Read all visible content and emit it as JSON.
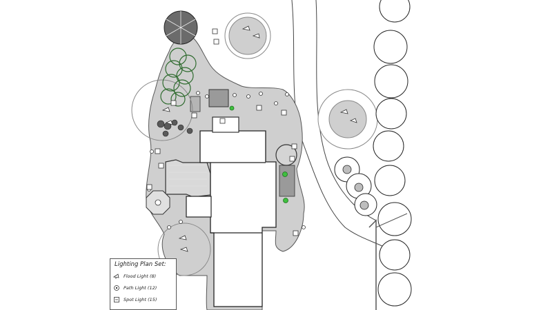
{
  "legend": {
    "title": "Lighting Plan Set:",
    "items": [
      {
        "icon": "flood-light-icon",
        "label": "Flood Light (8)"
      },
      {
        "icon": "path-light-icon",
        "label": "Path Light (12)"
      },
      {
        "icon": "spot-light-icon",
        "label": "Spot Light (15)"
      }
    ]
  },
  "colors": {
    "lawn": "#cfcfcf",
    "paving": "#d9d9d9",
    "building": "#ffffff",
    "outline": "#333333",
    "shrub": "#5a5a5a",
    "green_light": "#3fbf3f",
    "green_shrub": "#2f6b2f"
  }
}
